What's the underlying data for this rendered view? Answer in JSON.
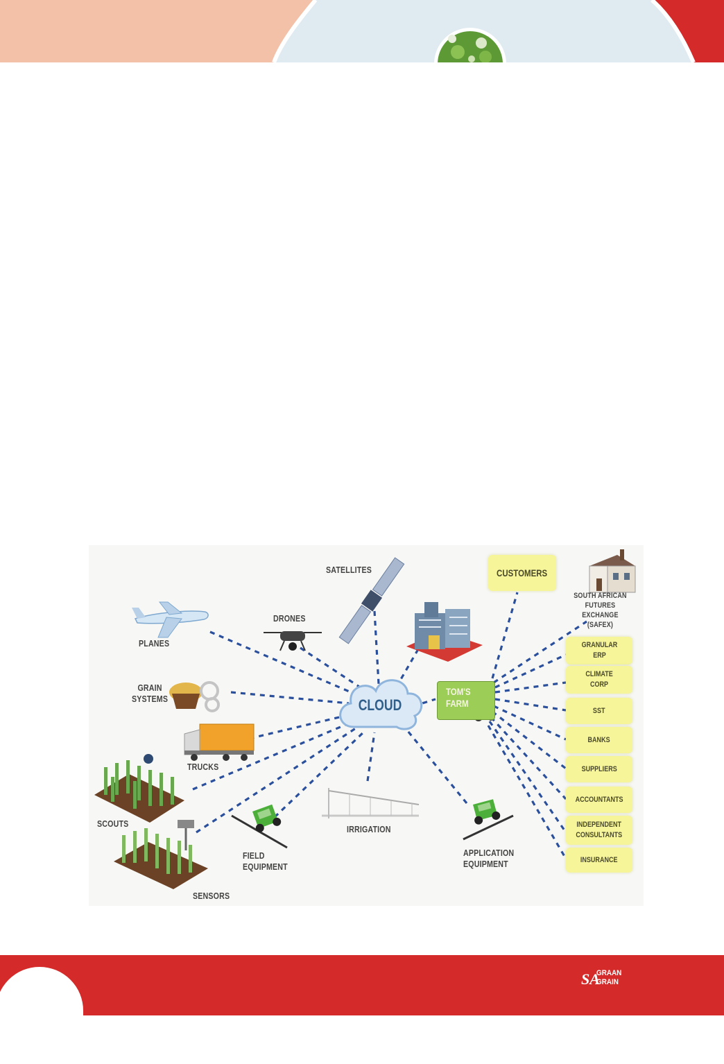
{
  "diagram": {
    "center": "CLOUD",
    "left_nodes": {
      "planes": "PLANES",
      "drones": "DRONES",
      "satellites": "SATELLITES",
      "grain_systems": "GRAIN\nSYSTEMS",
      "trucks": "TRUCKS",
      "scouts": "SCOUTS",
      "sensors": "SENSORS",
      "field_equipment": "FIELD\nEQUIPMENT",
      "irrigation": "IRRIGATION",
      "application_equipment": "APPLICATION\nEQUIPMENT"
    },
    "farm": "TOM'S\nFARM",
    "customers": "CUSTOMERS",
    "safex": "SOUTH AFRICAN\nFUTURES EXCHANGE\n(SAFEX)",
    "right_boxes": [
      "GRANULAR\nERP",
      "CLIMATE\nCORP",
      "SST",
      "BANKS",
      "SUPPLIERS",
      "ACCOUNTANTS",
      "INDEPENDENT\nCONSULTANTS",
      "INSURANCE"
    ]
  },
  "footer": {
    "logo_top": "GRAAN",
    "logo_sa": "SA",
    "logo_bottom": "GRAIN"
  },
  "colors": {
    "accent_red": "#d42b2a",
    "header_peach": "#f3c0a8",
    "header_blue": "#dfeaf1",
    "link_blue": "#2a4f9c",
    "box_yellow": "#f6f59a",
    "farm_green": "#9ccd57"
  }
}
